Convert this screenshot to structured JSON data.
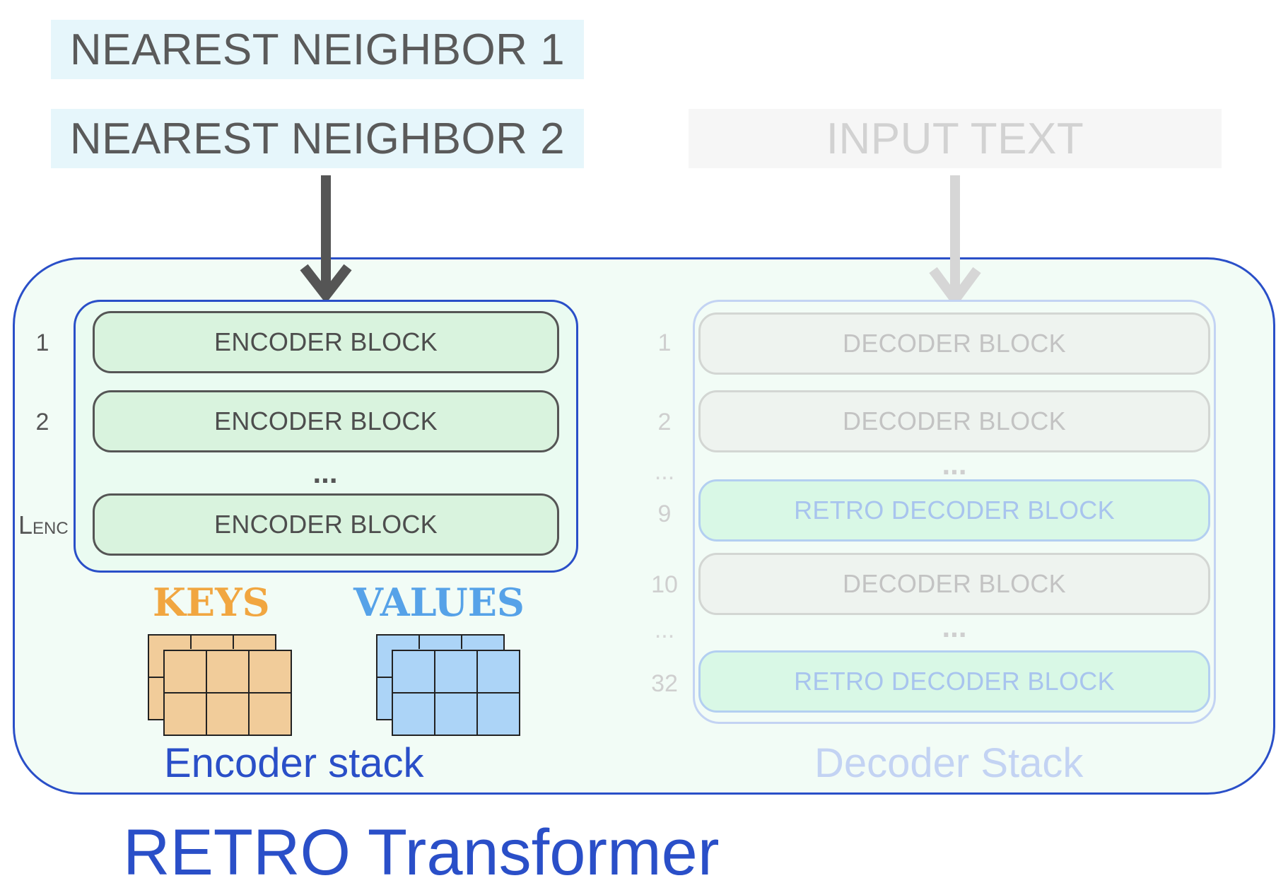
{
  "inputs": {
    "nearest_neighbor_1": "NEAREST NEIGHBOR 1",
    "nearest_neighbor_2": "NEAREST NEIGHBOR 2",
    "input_text": "INPUT TEXT"
  },
  "encoder": {
    "blocks": [
      {
        "number": "1",
        "label": "ENCODER BLOCK"
      },
      {
        "number": "2",
        "label": "ENCODER BLOCK"
      },
      {
        "number": "L",
        "number_sub": "ENC",
        "label": "ENCODER BLOCK"
      }
    ],
    "ellipsis": "...",
    "keys_label": "KEYS",
    "values_label": "VALUES",
    "stack_label": "Encoder stack"
  },
  "decoder": {
    "blocks": [
      {
        "number": "1",
        "label": "DECODER BLOCK"
      },
      {
        "number": "2",
        "label": "DECODER BLOCK"
      },
      {
        "number": "9",
        "label": "RETRO DECODER BLOCK"
      },
      {
        "number": "10",
        "label": "DECODER BLOCK"
      },
      {
        "number": "32",
        "label": "RETRO DECODER BLOCK"
      }
    ],
    "ellipsis": "...",
    "number_ellipsis": "...",
    "stack_label": "Decoder Stack"
  },
  "title": "RETRO Transformer",
  "colors": {
    "accent_blue": "#2a4fc8",
    "keys_orange": "#f1a640",
    "values_blue": "#56a2e8",
    "key_cell": "#f1cc9a",
    "value_cell": "#acd4f7",
    "encoder_block_fill": "#d9f3de",
    "retro_block_fill": "#d9f8e6"
  }
}
